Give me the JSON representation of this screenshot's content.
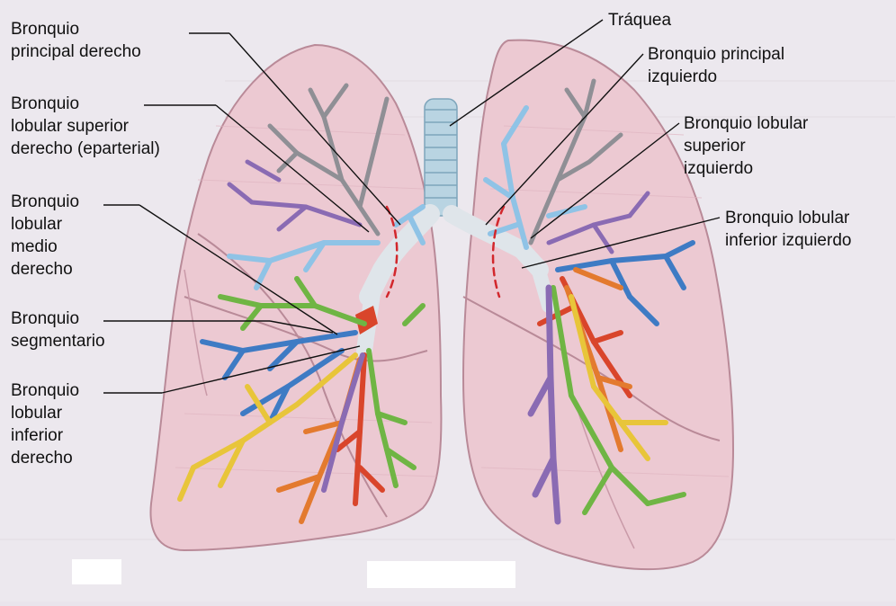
{
  "labels": {
    "bronquio_principal_derecho": [
      "Bronquio",
      "principal derecho"
    ],
    "bronquio_lobular_superior_derecho": [
      "Bronquio",
      "lobular superior",
      "derecho (eparterial)"
    ],
    "bronquio_lobular_medio_derecho": [
      "Bronquio",
      "lobular",
      "medio",
      "derecho"
    ],
    "bronquio_segmentario": [
      "Bronquio",
      "segmentario"
    ],
    "bronquio_lobular_inferior_derecho": [
      "Bronquio",
      "lobular",
      "inferior",
      "derecho"
    ],
    "traquea": [
      "Tráquea"
    ],
    "bronquio_principal_izquierdo": [
      "Bronquio principal",
      "izquierdo"
    ],
    "bronquio_lobular_superior_izquierdo": [
      "Bronquio lobular",
      "superior",
      "izquierdo"
    ],
    "bronquio_lobular_inferior_izquierdo": [
      "Bronquio lobular",
      "inferior izquierdo"
    ]
  },
  "colors": {
    "lung": "#ecc9d2",
    "lung_dark": "#d7a7b4",
    "trachea": "#b9d4e2",
    "bronchus": "#dfe5ea",
    "gray": "#8f8f95",
    "blue": "#3e7bc4",
    "light_blue": "#8fc3e6",
    "purple": "#8a6bb3",
    "green": "#6fb544",
    "yellow": "#e8c53a",
    "orange": "#e37a2f",
    "red": "#d9452b",
    "dashed": "#d2272c"
  }
}
